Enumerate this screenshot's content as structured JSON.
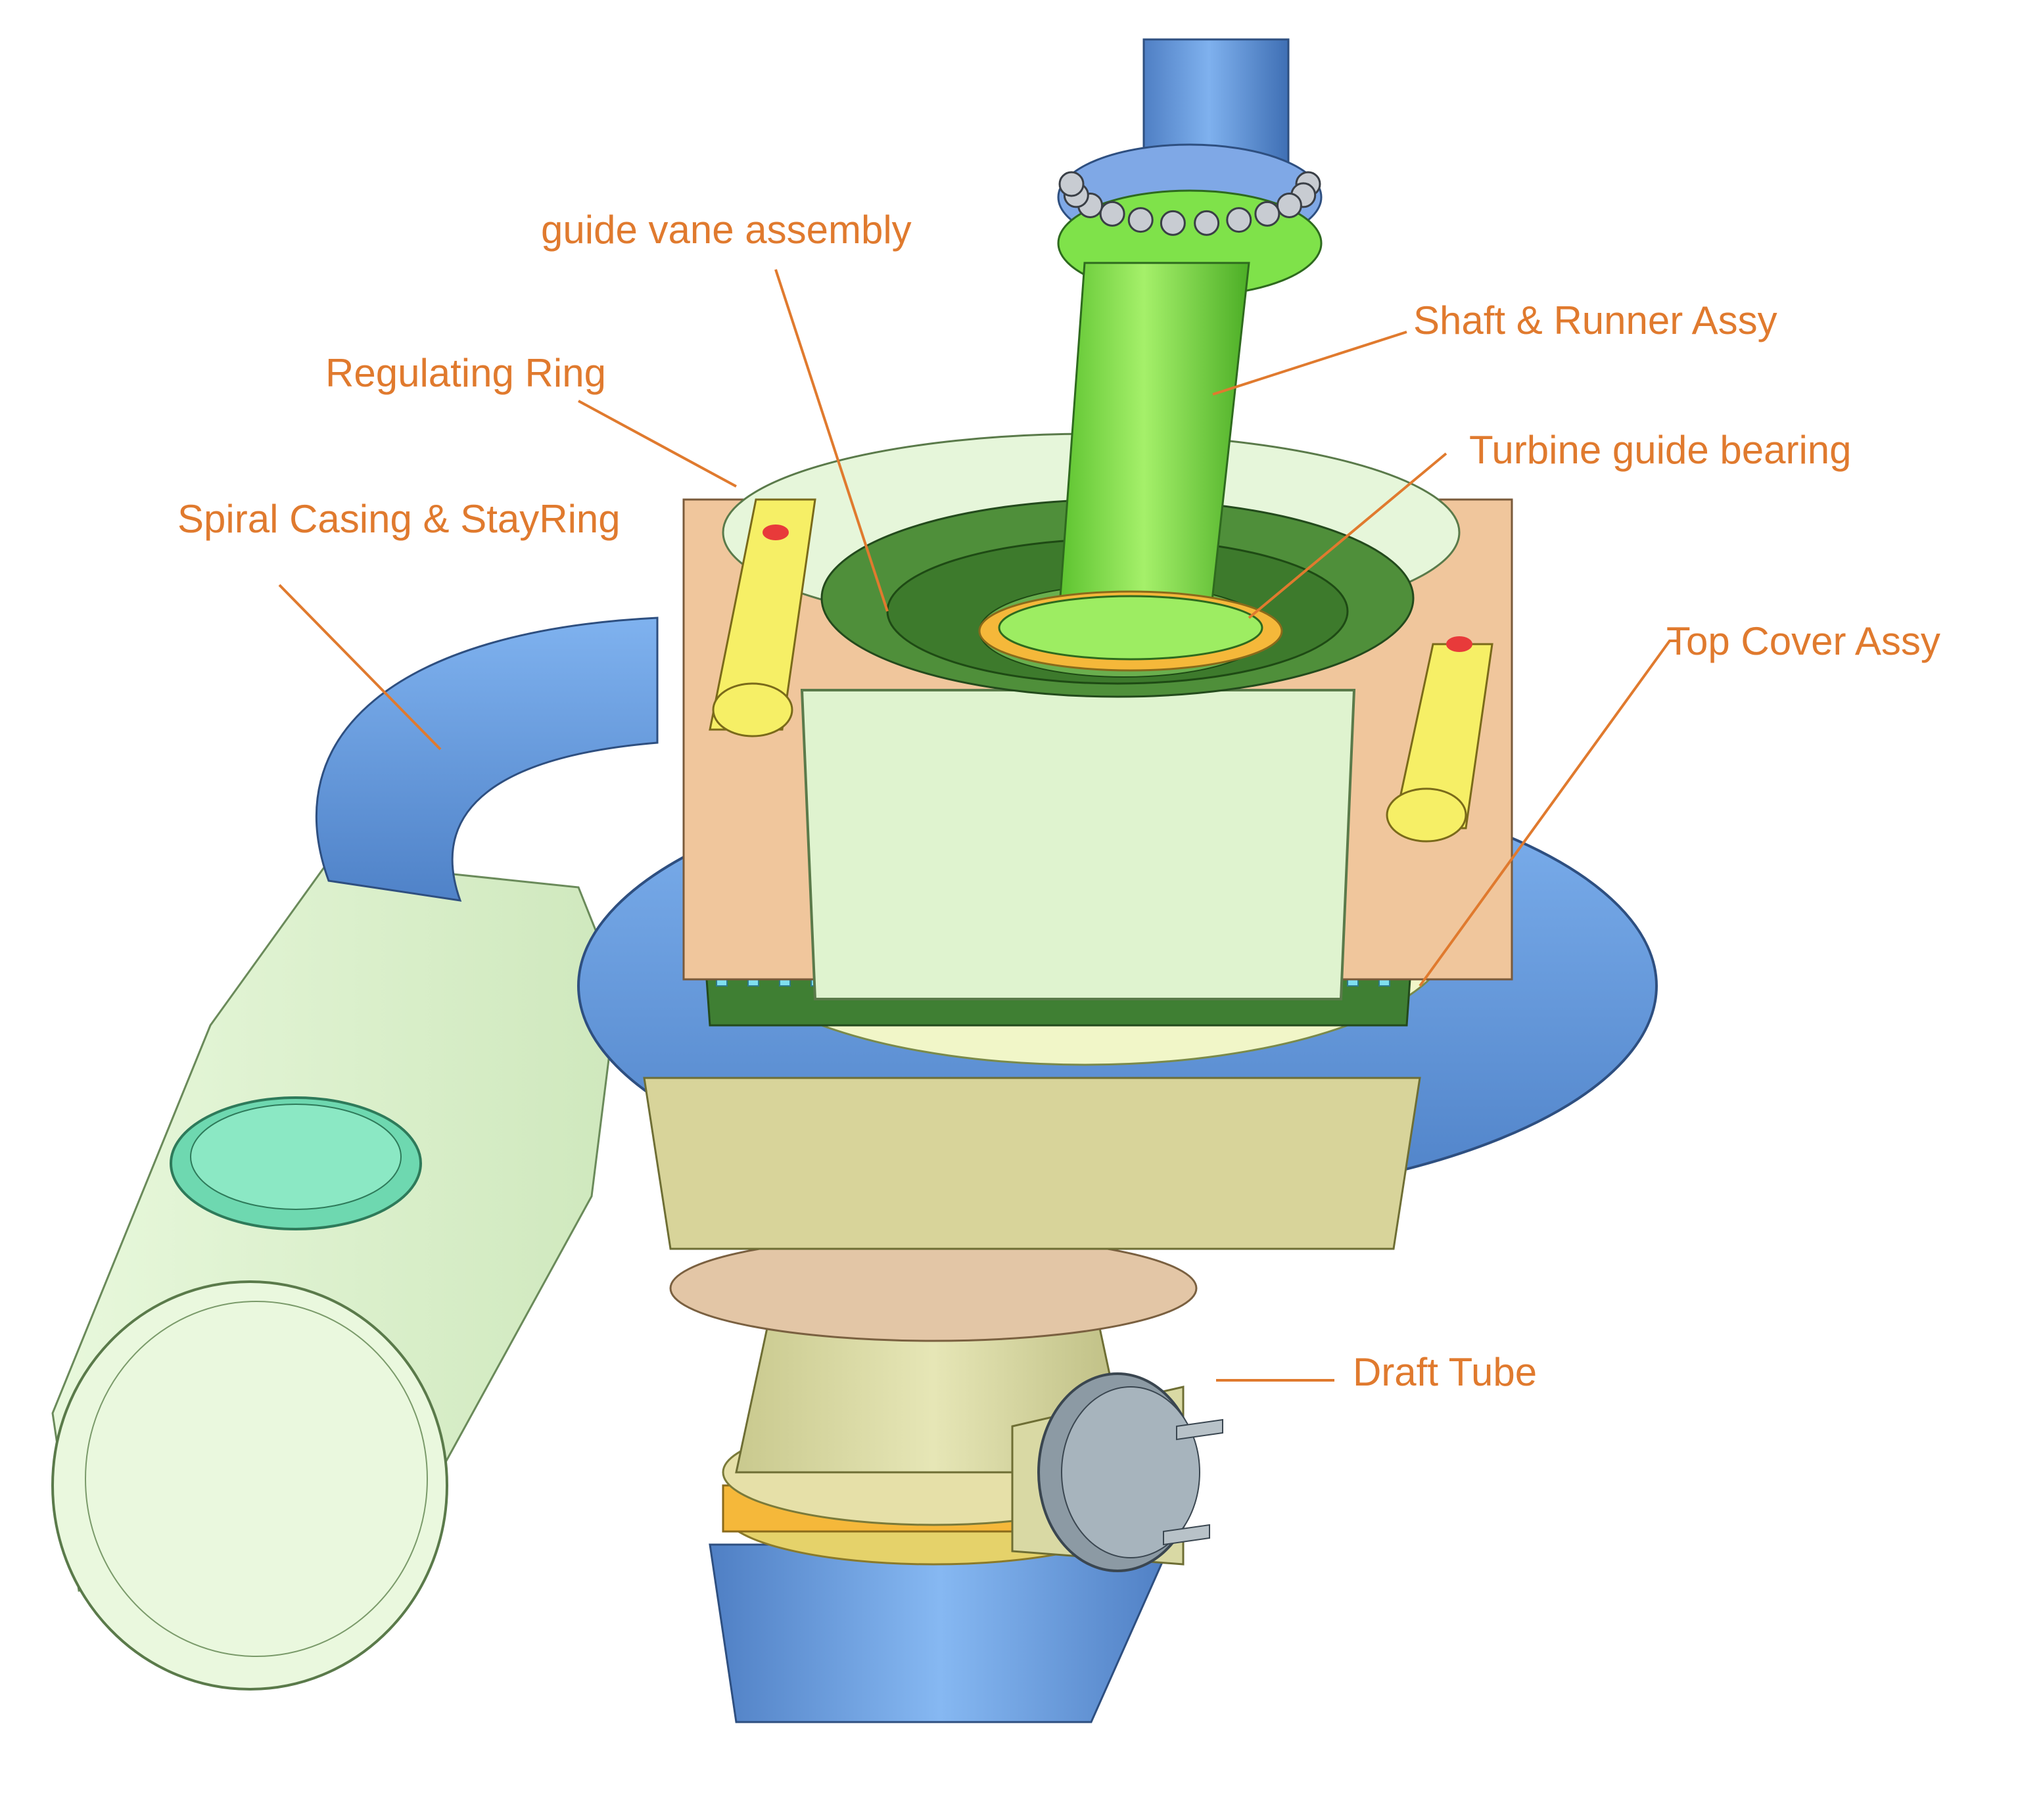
{
  "labels": {
    "guide_vane": "guide vane assembly",
    "shaft_runner": "Shaft & Runner Assy",
    "regulating_ring": "Regulating Ring",
    "turbine_bearing": "Turbine guide bearing",
    "spiral_casing": "Spiral Casing & StayRing",
    "top_cover": "Top Cover Assy",
    "draft_tube": "Draft Tube"
  },
  "colors": {
    "label": "#e07a2e",
    "shaft_blue": "#6f9fdc",
    "shaft_green": "#88e24a",
    "spiral_blue": "#5e93d6",
    "pale_green": "#dff3cf",
    "peach": "#f2c9a0",
    "olive": "#d7d7a2",
    "inner_green": "#4f8f3a",
    "orange_ring": "#f5b83a"
  }
}
